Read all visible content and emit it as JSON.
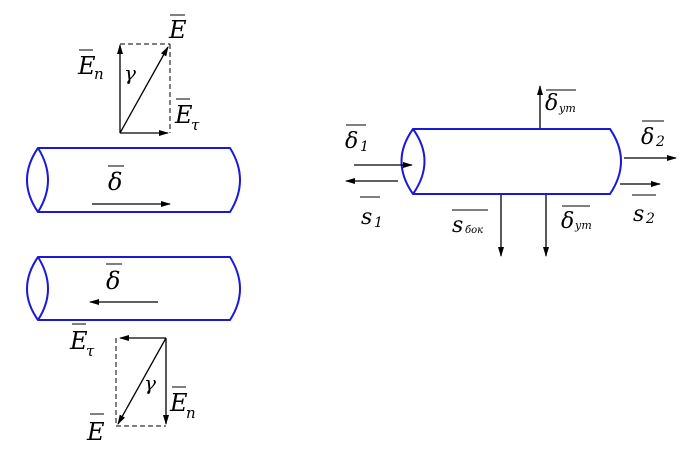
{
  "left_top": {
    "E_label": "E",
    "En_label": "E",
    "En_sub": "n",
    "Et_label": "E",
    "Et_sub": "τ",
    "gamma": "γ",
    "delta": "δ"
  },
  "left_bottom": {
    "delta": "δ",
    "Et_label": "E",
    "Et_sub": "τ",
    "gamma": "γ",
    "E_label": "E",
    "En_label": "E",
    "En_sub": "n"
  },
  "right": {
    "delta1": "δ",
    "delta1_sub": "1",
    "s1": "s",
    "s1_sub": "1",
    "delta_ut_top": "δ",
    "delta_ut_top_sub": "ут",
    "s_bok": "s",
    "s_bok_sub": "бок",
    "delta_ut_bottom": "δ",
    "delta_ut_bottom_sub": "ут",
    "delta2": "δ",
    "delta2_sub": "2",
    "s2": "s",
    "s2_sub": "2"
  },
  "colors": {
    "tube": "#1a1ad6",
    "ink": "#000000"
  }
}
